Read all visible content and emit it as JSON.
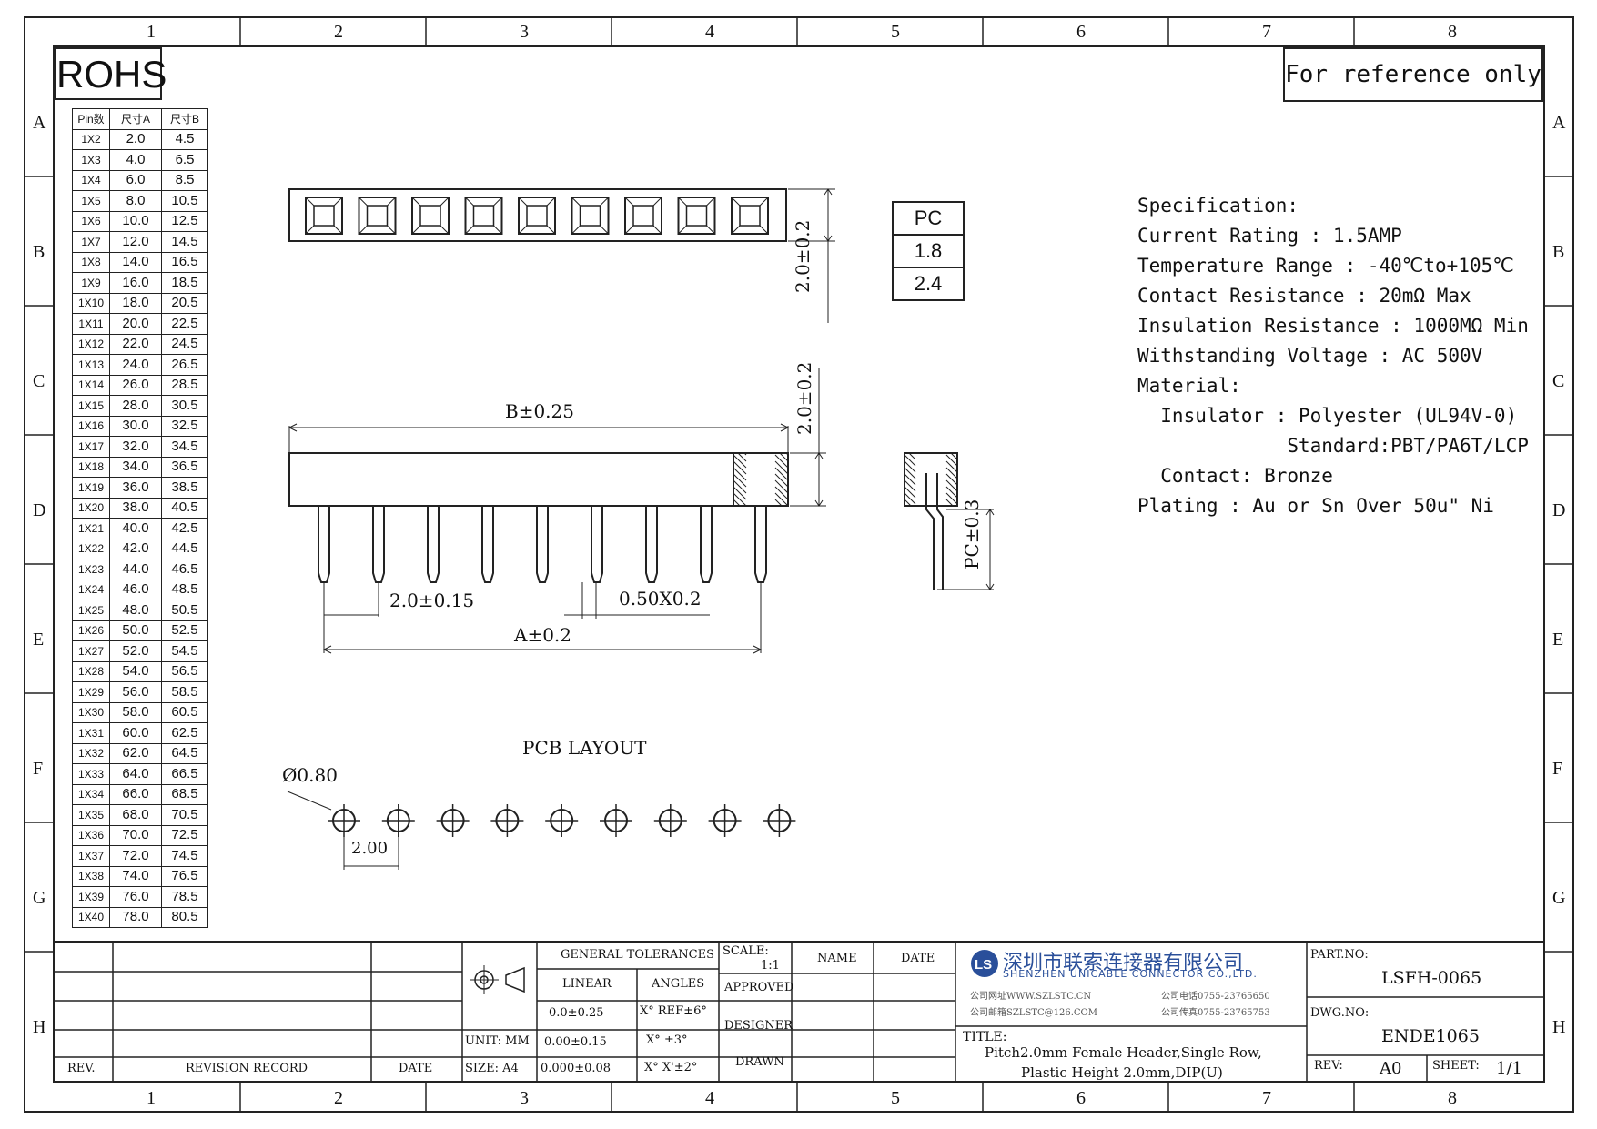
{
  "zones": {
    "columns": [
      "1",
      "2",
      "3",
      "4",
      "5",
      "6",
      "7",
      "8"
    ],
    "rows": [
      "A",
      "B",
      "C",
      "D",
      "E",
      "F",
      "G",
      "H"
    ]
  },
  "rohs": "ROHS",
  "reference_note": "For reference only",
  "pin_table": {
    "headers": [
      "Pin数",
      "尺寸A",
      "尺寸B"
    ],
    "rows": [
      [
        "1X2",
        "2.0",
        "4.5"
      ],
      [
        "1X3",
        "4.0",
        "6.5"
      ],
      [
        "1X4",
        "6.0",
        "8.5"
      ],
      [
        "1X5",
        "8.0",
        "10.5"
      ],
      [
        "1X6",
        "10.0",
        "12.5"
      ],
      [
        "1X7",
        "12.0",
        "14.5"
      ],
      [
        "1X8",
        "14.0",
        "16.5"
      ],
      [
        "1X9",
        "16.0",
        "18.5"
      ],
      [
        "1X10",
        "18.0",
        "20.5"
      ],
      [
        "1X11",
        "20.0",
        "22.5"
      ],
      [
        "1X12",
        "22.0",
        "24.5"
      ],
      [
        "1X13",
        "24.0",
        "26.5"
      ],
      [
        "1X14",
        "26.0",
        "28.5"
      ],
      [
        "1X15",
        "28.0",
        "30.5"
      ],
      [
        "1X16",
        "30.0",
        "32.5"
      ],
      [
        "1X17",
        "32.0",
        "34.5"
      ],
      [
        "1X18",
        "34.0",
        "36.5"
      ],
      [
        "1X19",
        "36.0",
        "38.5"
      ],
      [
        "1X20",
        "38.0",
        "40.5"
      ],
      [
        "1X21",
        "40.0",
        "42.5"
      ],
      [
        "1X22",
        "42.0",
        "44.5"
      ],
      [
        "1X23",
        "44.0",
        "46.5"
      ],
      [
        "1X24",
        "46.0",
        "48.5"
      ],
      [
        "1X25",
        "48.0",
        "50.5"
      ],
      [
        "1X26",
        "50.0",
        "52.5"
      ],
      [
        "1X27",
        "52.0",
        "54.5"
      ],
      [
        "1X28",
        "54.0",
        "56.5"
      ],
      [
        "1X29",
        "56.0",
        "58.5"
      ],
      [
        "1X30",
        "58.0",
        "60.5"
      ],
      [
        "1X31",
        "60.0",
        "62.5"
      ],
      [
        "1X32",
        "62.0",
        "64.5"
      ],
      [
        "1X33",
        "64.0",
        "66.5"
      ],
      [
        "1X34",
        "66.0",
        "68.5"
      ],
      [
        "1X35",
        "68.0",
        "70.5"
      ],
      [
        "1X36",
        "70.0",
        "72.5"
      ],
      [
        "1X37",
        "72.0",
        "74.5"
      ],
      [
        "1X38",
        "74.0",
        "76.5"
      ],
      [
        "1X39",
        "76.0",
        "78.5"
      ],
      [
        "1X40",
        "78.0",
        "80.5"
      ]
    ]
  },
  "dimensions": {
    "height_top": "2.0±0.2",
    "height_side": "2.0±0.2",
    "b_dim": "B±0.25",
    "pitch": "2.0±0.15",
    "pin_section": "0.50X0.2",
    "a_dim": "A±0.2",
    "pc_dim": "PC±0.3",
    "pcb_title": "PCB LAYOUT",
    "hole_dia": "Ø0.80",
    "hole_pitch": "2.00"
  },
  "pc_table": [
    "PC",
    "1.8",
    "2.4"
  ],
  "specification": [
    "Specification:",
    "Current Rating : 1.5AMP",
    "Temperature Range : -40℃to+105℃",
    "Contact Resistance : 20mΩ Max",
    "Insulation Resistance : 1000MΩ Min",
    "Withstanding Voltage : AC 500V",
    "Material:",
    "  Insulator : Polyester (UL94V-0)",
    "             Standard:PBT/PA6T/LCP",
    "  Contact: Bronze",
    "Plating : Au or Sn Over 50u\" Ni"
  ],
  "title_block": {
    "rev_label": "REV.",
    "revision_record": "REVISION RECORD",
    "date_label": "DATE",
    "unit": "UNIT: MM",
    "size": "SIZE: A4",
    "general_tolerances": "GENERAL TOLERANCES",
    "linear": "LINEAR",
    "angles": "ANGLES",
    "tol1": "0.0±0.25",
    "tol2": "0.00±0.15",
    "tol3": "0.000±0.08",
    "ang1": "X° REF±6°",
    "ang2": "X° ±3°",
    "ang3": "X° X'±2°",
    "scale_label": "SCALE:",
    "scale_value": "1:1",
    "name_label": "NAME",
    "date2_label": "DATE",
    "approved": "APPROVED",
    "designer": "DESIGNER",
    "drawn": "DRAWN",
    "company_cn": "深圳市联索连接器有限公司",
    "company_en": "SHENZHEN UNICABLE CONNECTOR CO.,LTD.",
    "web": "公司网址WWW.SZLSTC.CN",
    "email": "公司邮箱SZLSTC@126.COM",
    "tel": "公司电话0755-23765650",
    "fax": "公司传真0755-23765753",
    "title_label": "TITLE:",
    "title_line1": "Pitch2.0mm Female Header,Single Row,",
    "title_line2": "Plastic Height 2.0mm,DIP(U)",
    "part_no_label": "PART.NO:",
    "part_no": "LSFH-0065",
    "dwg_no_label": "DWG.NO:",
    "dwg_no": "ENDE1065",
    "rev2_label": "REV:",
    "rev_value": "A0",
    "sheet_label": "SHEET:",
    "sheet_value": "1/1",
    "logo_text": "LS"
  }
}
